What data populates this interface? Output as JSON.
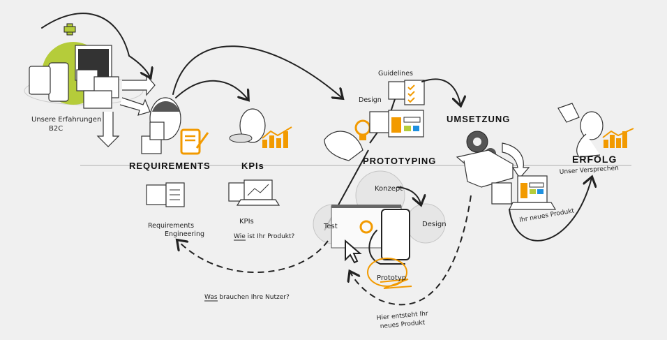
{
  "colors": {
    "background": "#f0f0f0",
    "orange": "#f29a00",
    "green": "#b5cc3a",
    "blue": "#1e90e0",
    "ink": "#222222"
  },
  "stages": {
    "requirements": "REQUIREMENTS",
    "kpis": "KPIs",
    "prototyping": "PROTOTYPING",
    "umsetzung": "UMSETZUNG",
    "erfolg": "ERFOLG"
  },
  "labels": {
    "erfahrungen_line1": "Unsere Erfahrungen",
    "erfahrungen_line2": "B2C",
    "requirements_eng_line1": "Requirements",
    "requirements_eng_line2": "Engineering",
    "kpis_sub": "KPIs",
    "kpis_question": "Wie ist Ihr Produkt?",
    "nutzer_question": "Was brauchen Ihre Nutzer?",
    "guidelines": "Guidelines",
    "design_top": "Design",
    "konzept": "Konzept",
    "test": "Test",
    "design_bubble": "Design",
    "prototyp": "Prototyp",
    "hier_line1": "Hier entsteht Ihr",
    "hier_line2": "neues Produkt",
    "ihr_neues_produkt": "Ihr neues Produkt",
    "versprechen": "Unser Versprechen"
  }
}
